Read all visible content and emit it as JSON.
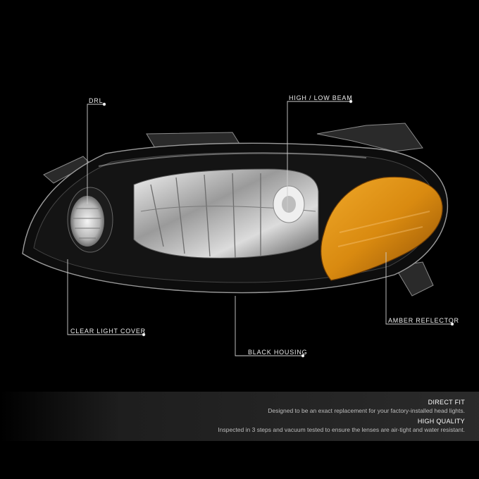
{
  "callouts": {
    "drl": "DRL",
    "high_low_beam": "HIGH / LOW BEAM",
    "clear_light_cover": "CLEAR LIGHT COVER",
    "amber_reflector": "AMBER REFLECTOR",
    "black_housing": "BLACK HOUSING"
  },
  "features": [
    {
      "title": "DIRECT FIT",
      "description": "Designed to be an exact replacement for your factory-installed head lights."
    },
    {
      "title": "HIGH QUALITY",
      "description": "Inspected in 3 steps and vacuum tested to ensure the lenses are air-tight and water resistant."
    }
  ],
  "colors": {
    "background": "#000000",
    "amber": "#d98a10",
    "housing": "#0d0d0d"
  }
}
